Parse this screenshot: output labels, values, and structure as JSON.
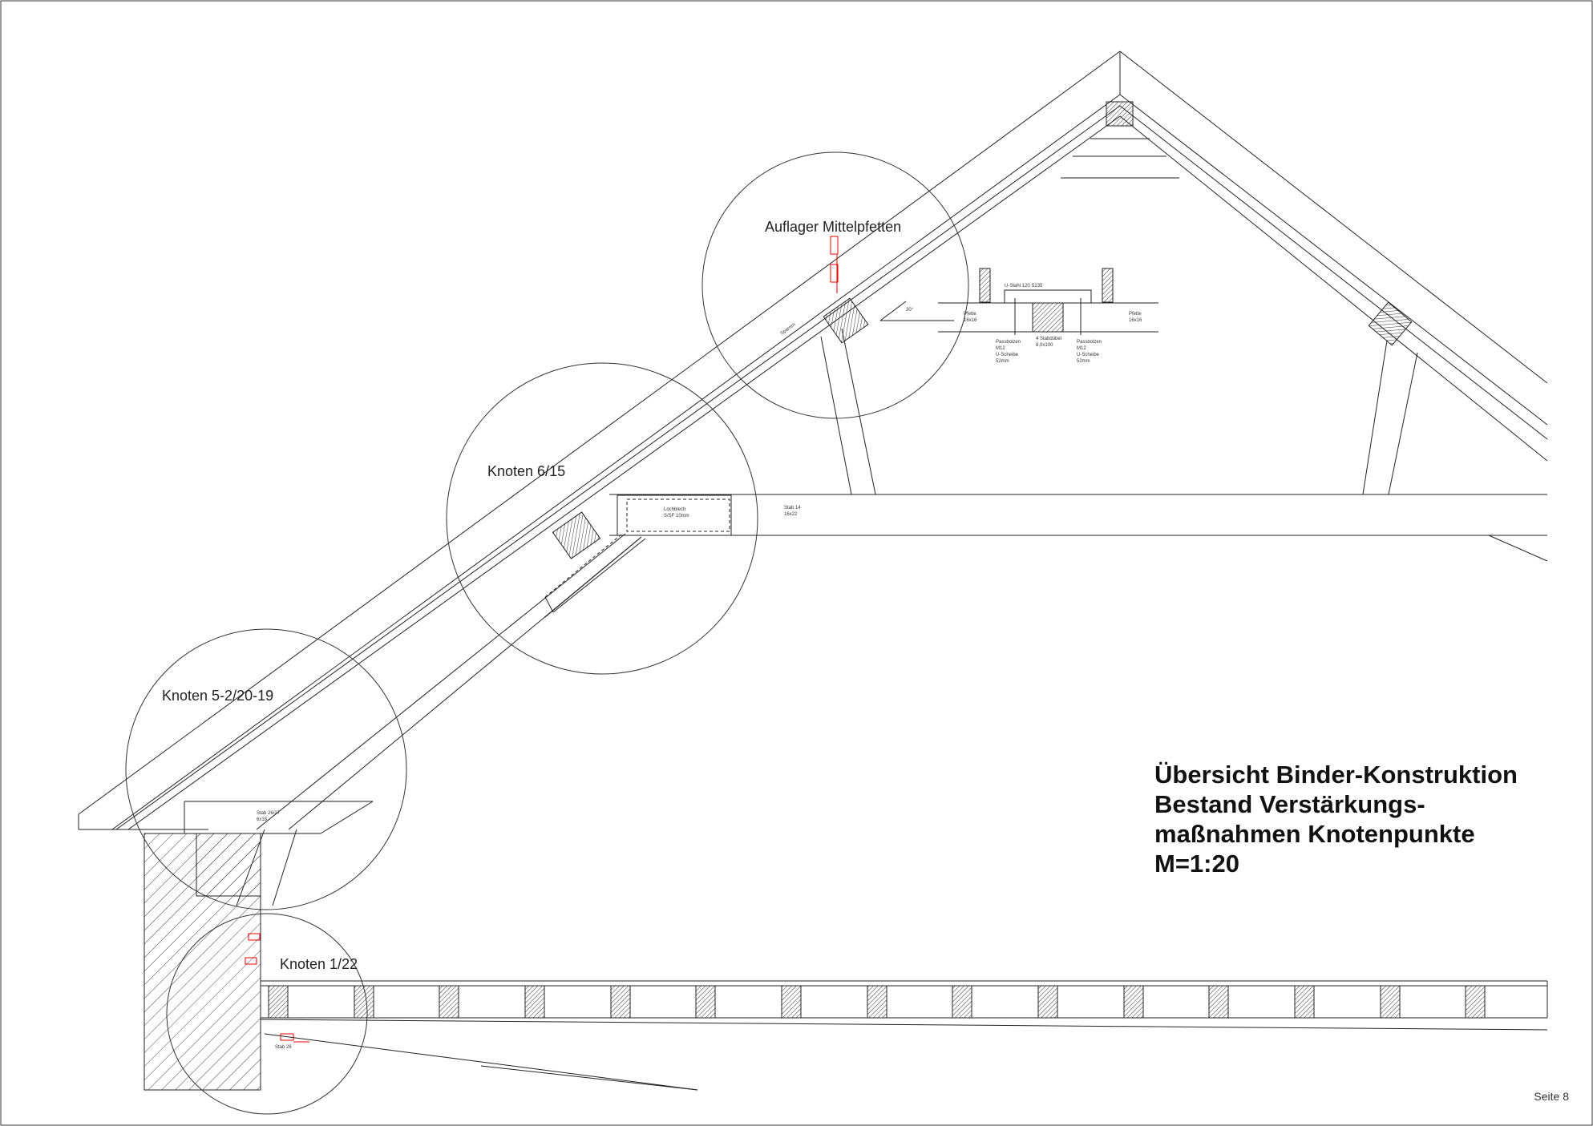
{
  "title": {
    "line1": "Übersicht Binder-Konstruktion",
    "line2": "Bestand Verstärkungs-",
    "line3": "maßnahmen Knotenpunkte",
    "line4": "M=1:20"
  },
  "page_label": "Seite 8",
  "details": [
    {
      "label": "Auflager Mittelpfetten"
    },
    {
      "label": "Knoten 6/15"
    },
    {
      "label": "Knoten 5-2/20-19"
    },
    {
      "label": "Knoten 1/22"
    }
  ],
  "annotations": {
    "angle": "30°",
    "u_steel": "U-Stahl 120 S235",
    "pfette_left": "Pfette",
    "pfette_left_dim": "16x16",
    "pfette_right": "Pfette",
    "pfette_right_dim": "16x16",
    "dowel": "4 Stabdübel",
    "dowel_dim": "8,0x100",
    "bolt_left": "Passbolzen",
    "bolt_left_size": "M12",
    "bolt_left_washer": "U-Scheibe",
    "bolt_left_len": "52mm",
    "bolt_right": "Passbolzen",
    "bolt_right_size": "M12",
    "bolt_right_washer": "U-Scheibe",
    "bolt_right_len": "52mm",
    "stab_14": "Stab 14",
    "stab_14_dim": "16x22",
    "lochblech": "Lochblech",
    "lochblech_dim": "S/SF 10mm",
    "stab_2627": "Stab 26/27",
    "stab_2627_dim": "6x18",
    "stab_26": "Stab 26",
    "sparren": "Sparren"
  },
  "colors": {
    "line": "#222222",
    "hatch": "#444444",
    "red": "#e00000"
  }
}
